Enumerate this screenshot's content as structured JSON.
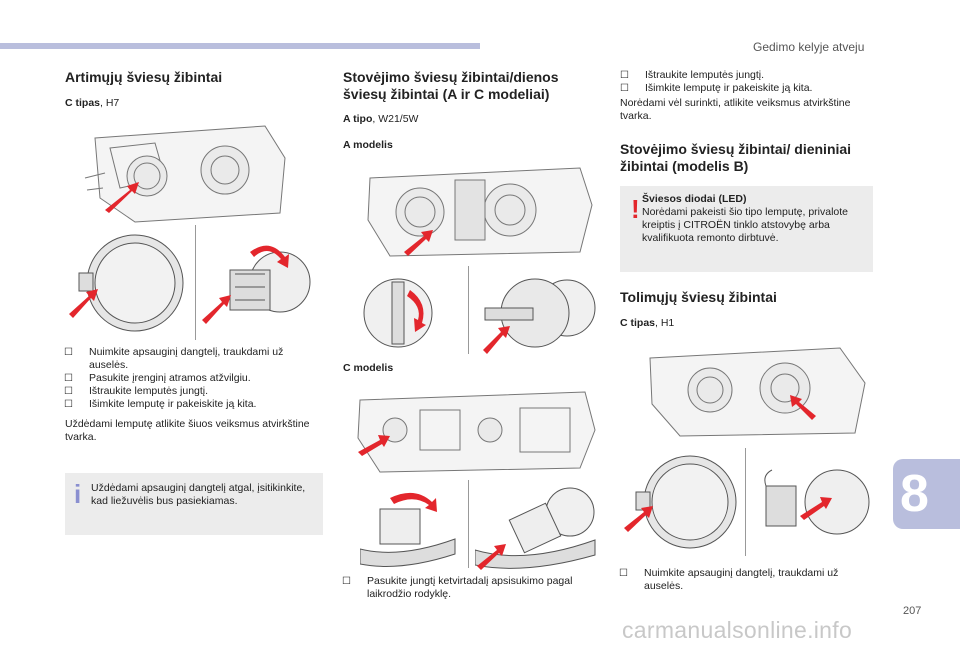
{
  "header": {
    "section": "Gedimo kelyje atveju"
  },
  "col1": {
    "title": "Artimųjų šviesų žibintai",
    "type_bold": "C tipas",
    "type_rest": ", H7",
    "steps": [
      "Nuimkite apsauginį dangtelį, traukdami už auselės.",
      "Pasukite įrenginį atramos atžvilgiu.",
      "Ištraukite lemputės jungtį.",
      "Išimkite lemputę ir pakeiskite ją kita."
    ],
    "outro": "Uždėdami lemputę atlikite šiuos veiksmus atvirkštine tvarka.",
    "note": "Uždėdami apsauginį dangtelį atgal, įsitikinkite, kad liežuvėlis bus pasiekiamas.",
    "note_icon": "i"
  },
  "col2": {
    "title": "Stovėjimo šviesų žibintai/dienos šviesų žibintai (A ir C modeliai)",
    "type_bold": "A tipo",
    "type_rest": ", W21/5W",
    "model_a": "A modelis",
    "model_c": "C modelis",
    "step": "Pasukite jungtį ketvirtadalį apsisukimo pagal laikrodžio rodyklę."
  },
  "col3": {
    "steps_top": [
      "Ištraukite lemputės jungtį.",
      "Išimkite lemputę ir pakeiskite ją kita."
    ],
    "outro": "Norėdami vėl surinkti, atlikite veiksmus atvirkštine tvarka.",
    "title2": "Stovėjimo šviesų žibintai/ dieniniai žibintai (modelis B)",
    "warn_title": "Šviesos diodai (LED)",
    "warn_text": "Norėdami pakeisti šio tipo lemputę, privalote kreiptis į CITROËN tinklo atstovybę arba kvalifikuota remonto dirbtuvė.",
    "warn_icon": "!",
    "title3": "Tolimųjų šviesų žibintai",
    "type_bold": "C tipas",
    "type_rest": ", H1",
    "step_bottom": "Nuimkite apsauginį dangtelį, traukdami už auselės."
  },
  "chapter": "8",
  "page_number": "207",
  "watermark": "carmanualsonline.info",
  "colors": {
    "accent": "#b9bedd",
    "arrow": "#e3262c",
    "note_bg": "#ececec",
    "info_icon": "#8a8fd0",
    "warn_icon": "#e3262c"
  }
}
